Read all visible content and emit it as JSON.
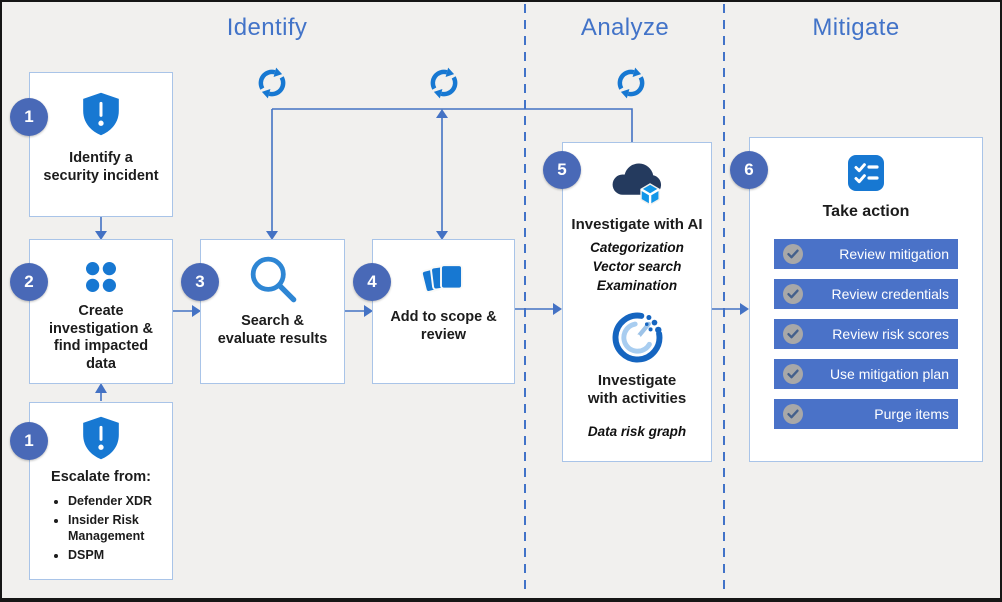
{
  "phases": {
    "identify": "Identify",
    "analyze": "Analyze",
    "mitigate": "Mitigate"
  },
  "boxes": {
    "incident": {
      "number": "1",
      "title": "Identify a security incident"
    },
    "create": {
      "number": "2",
      "title": "Create investigation & find impacted data"
    },
    "escalate": {
      "number": "1",
      "title": "Escalate from:",
      "bullets": [
        "Defender XDR",
        "Insider Risk Management",
        "DSPM"
      ]
    },
    "search": {
      "number": "3",
      "title": "Search & evaluate results"
    },
    "scope": {
      "number": "4",
      "title": "Add to scope & review"
    },
    "investigate": {
      "number": "5",
      "ai_title": "Investigate with AI",
      "ai_details": [
        "Categorization",
        "Vector search",
        "Examination"
      ],
      "activities_title": "Investigate with activities",
      "activities_detail": "Data risk graph"
    },
    "action": {
      "number": "6",
      "title": "Take action",
      "buttons": [
        "Review mitigation",
        "Review credentials",
        "Review risk scores",
        "Use mitigation plan",
        "Purge items"
      ]
    }
  },
  "icons": {
    "sync": "sync-arrows-icon",
    "shield": "shield-alert-icon",
    "dots": "grid-dots-icon",
    "search": "search-icon",
    "layers": "layers-stack-icon",
    "cloud_ai": "cloud-ai-cube-icon",
    "gauge": "activity-gauge-icon",
    "checklist": "checklist-icon",
    "check": "check-circle-icon"
  },
  "colors": {
    "background": "#f1f0ee",
    "header_text": "#4273c8",
    "connector": "#4472c4",
    "number_badge": "#4969b7",
    "action_button": "#4a72c8",
    "icon_blue": "#1778d2",
    "cloud_navy": "#243a5e",
    "cube_blue": "#1296e8",
    "box_border": "#a9c4e8"
  }
}
